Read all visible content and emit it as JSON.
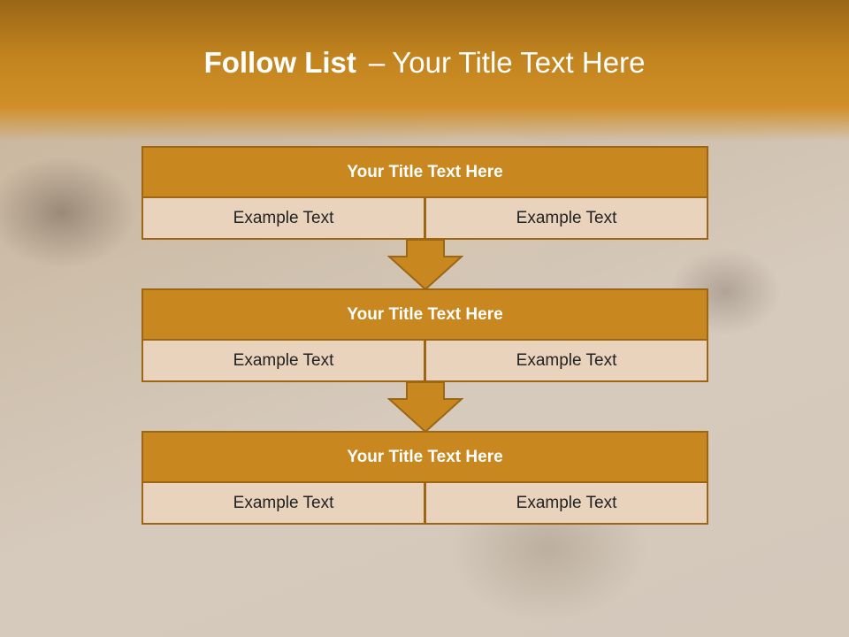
{
  "slide": {
    "title_bold": "Follow List",
    "title_dash": "–",
    "title_rest": "Your Title Text Here"
  },
  "blocks": [
    {
      "title": "Your Title Text Here",
      "left": "Example Text",
      "right": "Example Text"
    },
    {
      "title": "Your Title Text Here",
      "left": "Example Text",
      "right": "Example Text"
    },
    {
      "title": "Your Title Text Here",
      "left": "Example Text",
      "right": "Example Text"
    }
  ],
  "colors": {
    "header": "#c8871f",
    "header_border": "#9c6615",
    "cell": "#ead3bd"
  }
}
